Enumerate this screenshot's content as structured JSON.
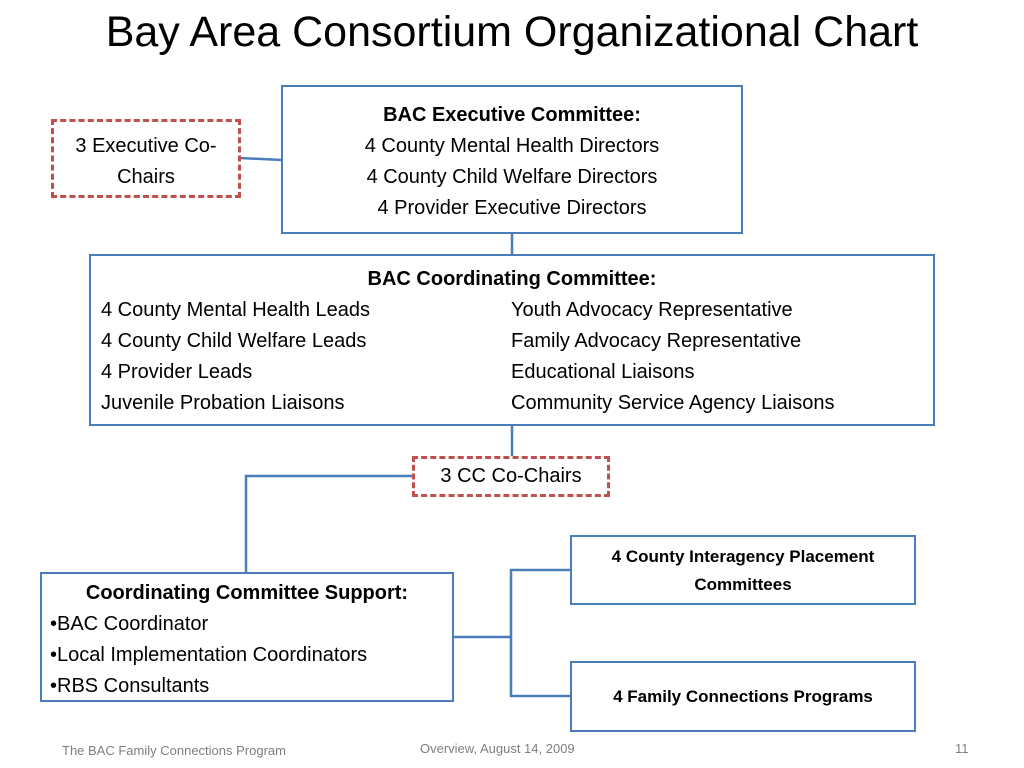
{
  "title": "Bay Area Consortium Organizational Chart",
  "colors": {
    "box_border": "#4a7ebb",
    "dashed_border": "#c0504d",
    "connector": "#4a7ebb"
  },
  "executive_cochairs": [
    "3 Executive  Co-",
    "Chairs"
  ],
  "executive_committee": {
    "heading": "BAC Executive Committee:",
    "lines": [
      "4 County Mental Health Directors",
      "4 County Child Welfare Directors",
      "4 Provider Executive Directors"
    ]
  },
  "coordinating_committee": {
    "heading": "BAC Coordinating Committee:",
    "left": [
      "4 County Mental Health Leads",
      "4 County Child Welfare Leads",
      "4 Provider Leads",
      "Juvenile Probation Liaisons"
    ],
    "right": [
      "Youth Advocacy Representative",
      "Family Advocacy Representative",
      "Educational Liaisons",
      "Community Service Agency Liaisons"
    ]
  },
  "cc_cochairs": "3 CC Co-Chairs",
  "support": {
    "heading": "Coordinating Committee Support:",
    "items": [
      "•BAC Coordinator",
      "•Local Implementation Coordinators",
      "•RBS Consultants"
    ]
  },
  "interagency": [
    "4 County Interagency Placement",
    "Committees"
  ],
  "family_connections": "4 Family Connections Programs",
  "footer": {
    "left": "The BAC Family Connections Program",
    "center": "Overview, August 14, 2009",
    "right": "11"
  }
}
